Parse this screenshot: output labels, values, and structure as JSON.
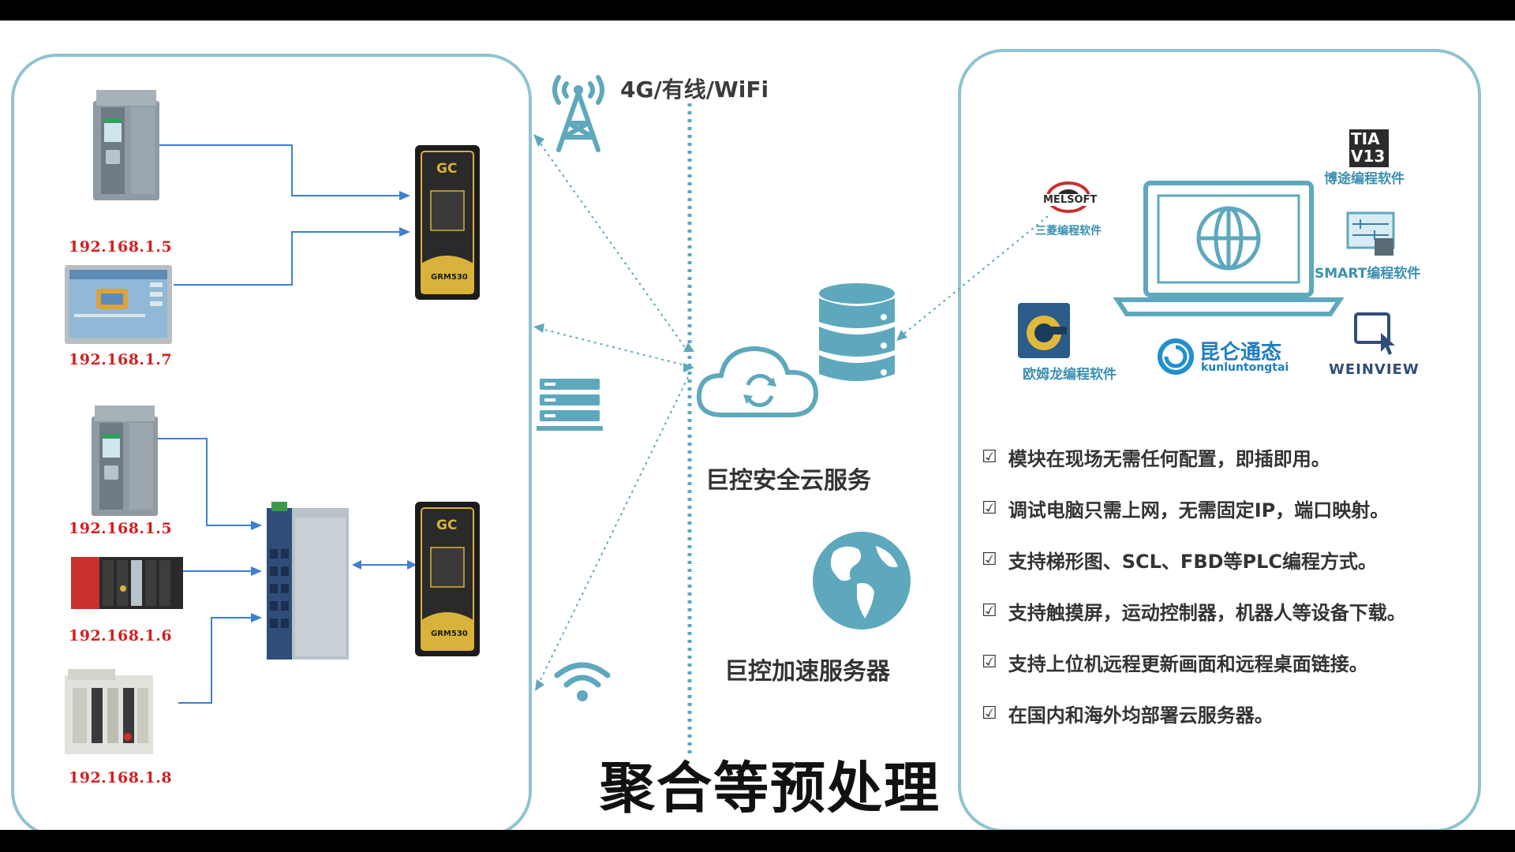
{
  "network": {
    "label": "4G/有线/WiFi"
  },
  "devices": {
    "plc_top_ip": "192.168.1.5",
    "hmi_ip": "192.168.1.7",
    "plc_mid_ip": "192.168.1.5",
    "plc_red_ip": "192.168.1.6",
    "plc_white_ip": "192.168.1.8",
    "gateway_brand": "GC",
    "gateway_model": "GRM530"
  },
  "services": {
    "cloud": "巨控安全云服务",
    "accel": "巨控加速服务器"
  },
  "software": {
    "tia_title": "TIA",
    "tia_version": "V13",
    "tia": "博途编程软件",
    "melsoft_logo": "MELSOFT",
    "melsoft": "三菱编程软件",
    "smart": "SMART编程软件",
    "omron": "欧姆龙编程软件",
    "kunlun_cn": "昆仑通态",
    "kunlun_en": "kunluntongtai",
    "weinview": "WEINVIEW"
  },
  "features": [
    "模块在现场无需任何配置，即插即用。",
    "调试电脑只需上网，无需固定IP，端口映射。",
    "支持梯形图、SCL、FBD等PLC编程方式。",
    "支持触摸屏，运动控制器，机器人等设备下载。",
    "支持上位机远程更新画面和远程桌面链接。",
    "在国内和海外均部署云服务器。"
  ],
  "check_mark": "☑",
  "subtitle": "聚合等预处理",
  "colors": {
    "accent": "#5ea8bd",
    "panel_border": "#8fc3d0",
    "ip_red": "#d41f1f",
    "line_blue": "#3d7fd0"
  }
}
